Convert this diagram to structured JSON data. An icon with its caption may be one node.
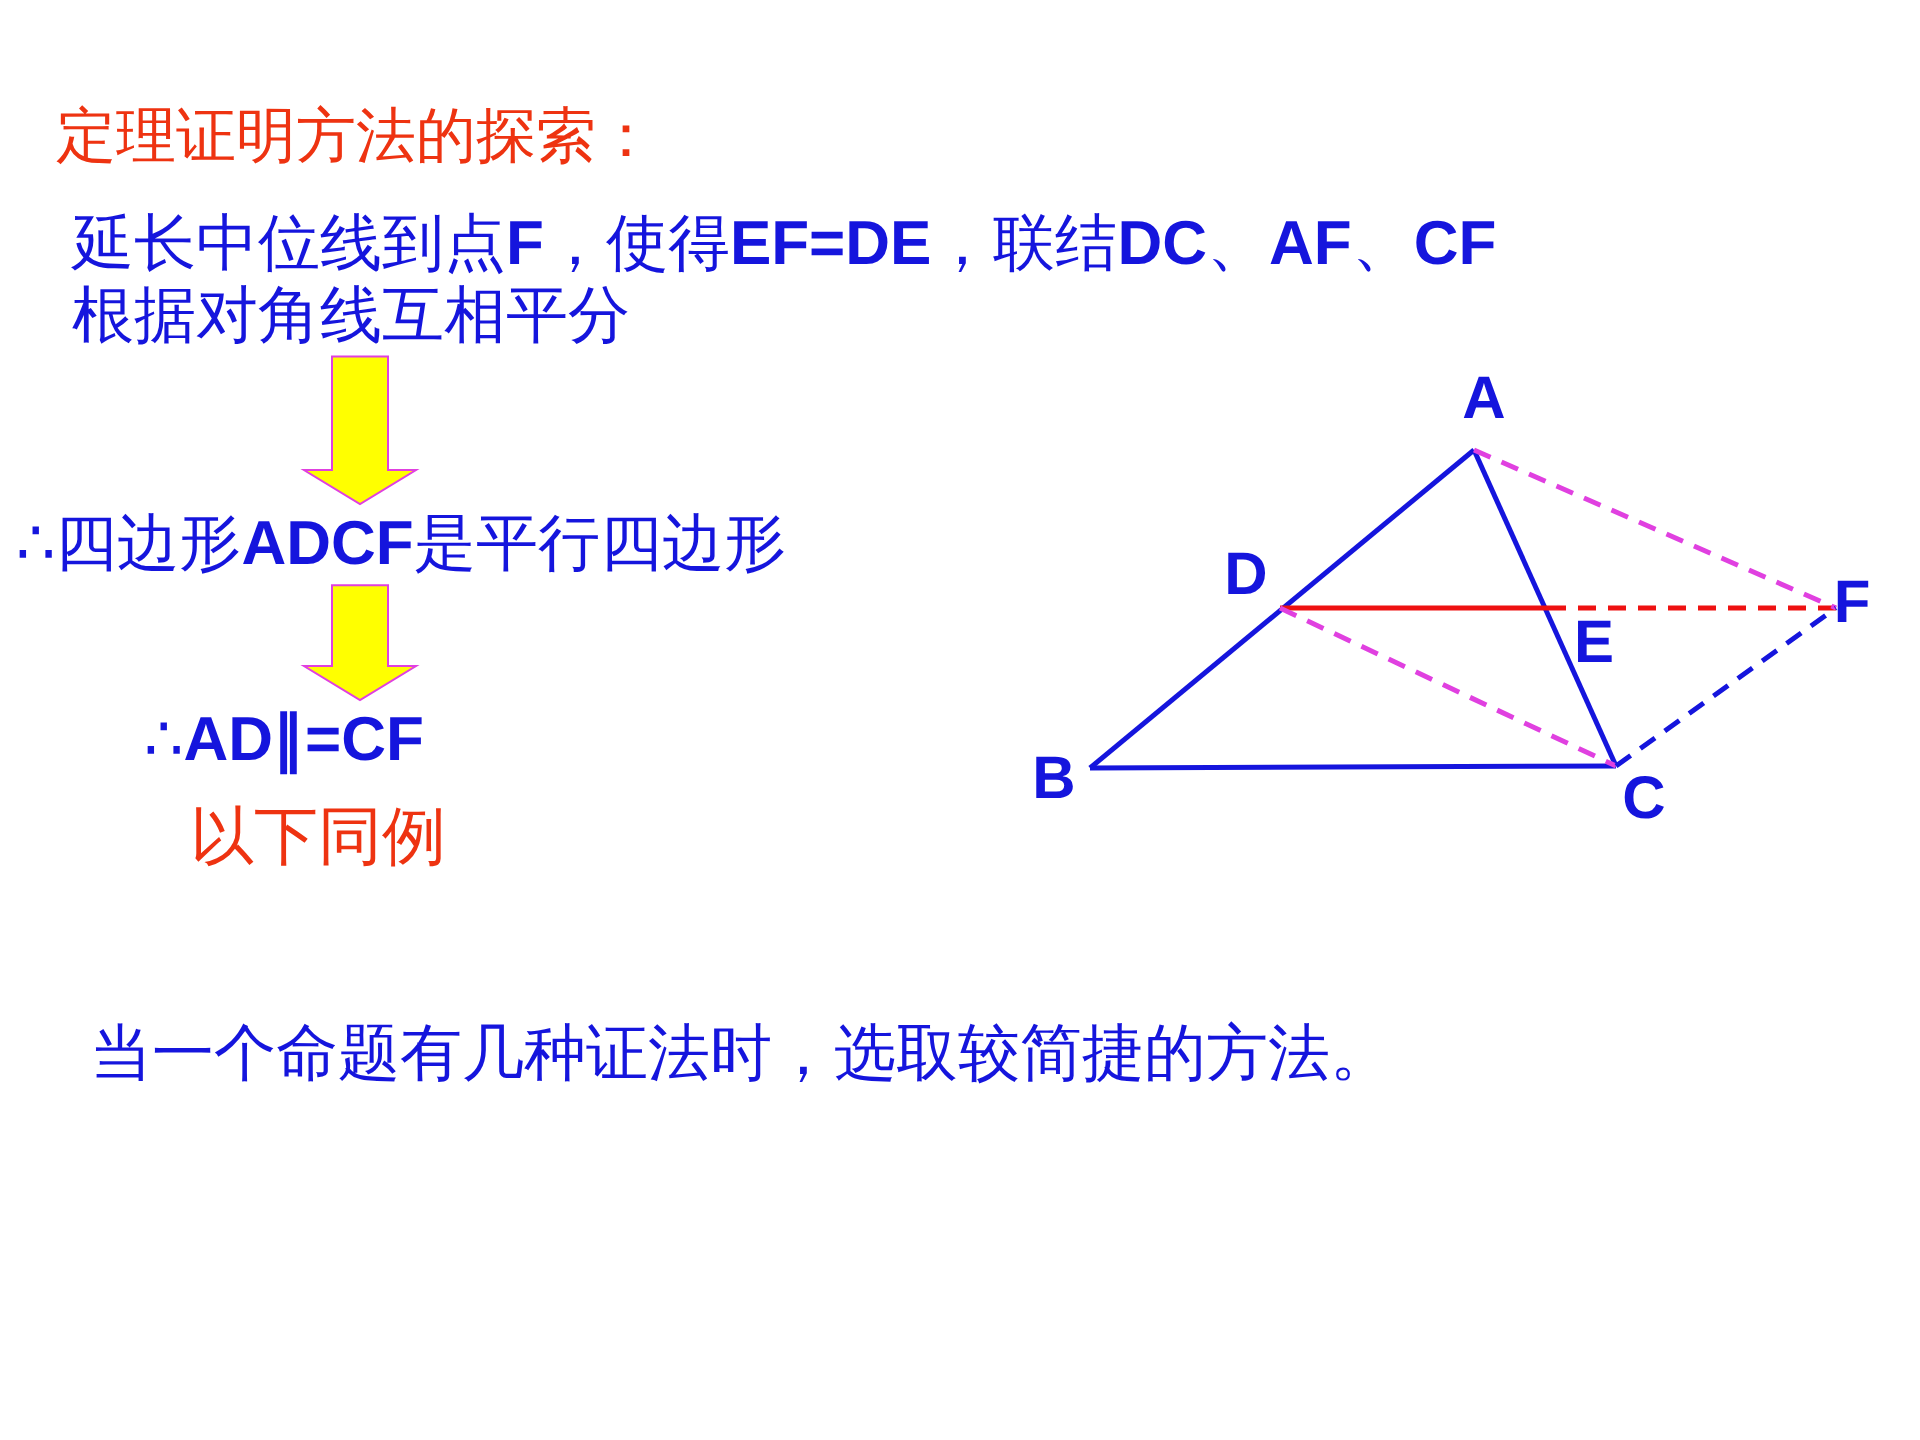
{
  "diagram": {
    "title": "定理证明方法的探索：",
    "nodes": [
      {
        "text": [
          "延长中位线到点**F**，使得**EF=DE**，联结**DC**、**AF**、**CF**",
          "根据对角线互相平分"
        ]
      },
      {
        "text": [
          "∴四边形**ADCF**是平行四边形"
        ]
      },
      {
        "text": [
          "∴**AD∥=CF**"
        ]
      },
      {
        "text": [
          "A"
        ]
      },
      {
        "text": [
          "D"
        ]
      },
      {
        "text": [
          "E"
        ]
      },
      {
        "text": [
          "F"
        ]
      },
      {
        "text": [
          "B"
        ]
      },
      {
        "text": [
          "C"
        ]
      }
    ],
    "edges": [
      {
        "from": 0,
        "to": 1,
        "arrow": "to"
      },
      {
        "from": 1,
        "to": 2,
        "arrow": "to"
      },
      {
        "from": 3,
        "to": 7,
        "arrow": "none"
      },
      {
        "from": 7,
        "to": 8,
        "arrow": "none"
      },
      {
        "from": 3,
        "to": 8,
        "arrow": "none"
      },
      {
        "from": 4,
        "to": 5,
        "arrow": "none",
        "color": "#ee1111"
      },
      {
        "from": 5,
        "to": 6,
        "arrow": "none",
        "style": "dashed",
        "color": "#ee1111"
      },
      {
        "from": 3,
        "to": 6,
        "arrow": "none",
        "style": "dashed",
        "color": "#e040e0"
      },
      {
        "from": 4,
        "to": 8,
        "arrow": "none",
        "style": "dashed",
        "color": "#e040e0"
      },
      {
        "from": 8,
        "to": 6,
        "arrow": "none",
        "style": "dashed"
      }
    ],
    "labels": [
      "以下同例",
      "当一个命题有几种证法时，选取较简捷的方法。"
    ]
  }
}
